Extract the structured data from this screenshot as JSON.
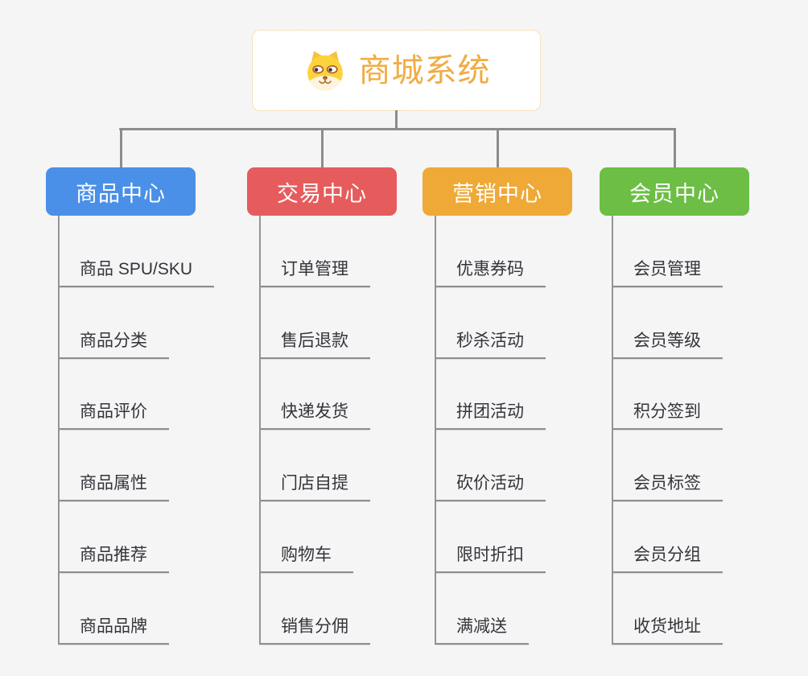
{
  "root": {
    "title": "商城系统",
    "icon": "shiba-dog-icon"
  },
  "branches": [
    {
      "label": "商品中心",
      "color": "#4a90e8",
      "children": [
        "商品 SPU/SKU",
        "商品分类",
        "商品评价",
        "商品属性",
        "商品推荐",
        "商品品牌"
      ]
    },
    {
      "label": "交易中心",
      "color": "#e65c5c",
      "children": [
        "订单管理",
        "售后退款",
        "快递发货",
        "门店自提",
        "购物车",
        "销售分佣"
      ]
    },
    {
      "label": "营销中心",
      "color": "#efa937",
      "children": [
        "优惠券码",
        "秒杀活动",
        "拼团活动",
        "砍价活动",
        "限时折扣",
        "满减送"
      ]
    },
    {
      "label": "会员中心",
      "color": "#6cbe45",
      "children": [
        "会员管理",
        "会员等级",
        "积分签到",
        "会员标签",
        "会员分组",
        "收货地址"
      ]
    }
  ],
  "colors": {
    "background": "#f5f5f6",
    "connector": "#8c8c8c",
    "child_underline": "#8e8e8e",
    "child_text": "#33353a",
    "root_text": "#f0ac44",
    "root_border": "#f2c377"
  }
}
